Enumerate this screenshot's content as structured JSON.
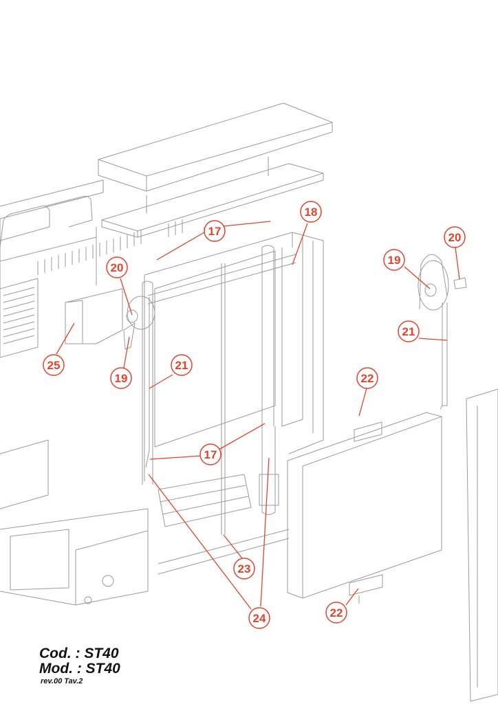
{
  "colors": {
    "callout": "#e8402a",
    "lines": "#9a9a9a",
    "dark": "#333333"
  },
  "callouts": [
    {
      "id": "c17a",
      "label": "17"
    },
    {
      "id": "c18",
      "label": "18"
    },
    {
      "id": "c20a",
      "label": "20"
    },
    {
      "id": "c25",
      "label": "25"
    },
    {
      "id": "c19a",
      "label": "19"
    },
    {
      "id": "c21a",
      "label": "21"
    },
    {
      "id": "c20b",
      "label": "20"
    },
    {
      "id": "c19b",
      "label": "19"
    },
    {
      "id": "c21b",
      "label": "21"
    },
    {
      "id": "c22a",
      "label": "22"
    },
    {
      "id": "c17b",
      "label": "17"
    },
    {
      "id": "c23",
      "label": "23"
    },
    {
      "id": "c24",
      "label": "24"
    },
    {
      "id": "c22b",
      "label": "22"
    }
  ],
  "footer": {
    "cod": "Cod. : ST40",
    "mod": "Mod. : ST40",
    "rev": "rev.00 Tav.2"
  }
}
